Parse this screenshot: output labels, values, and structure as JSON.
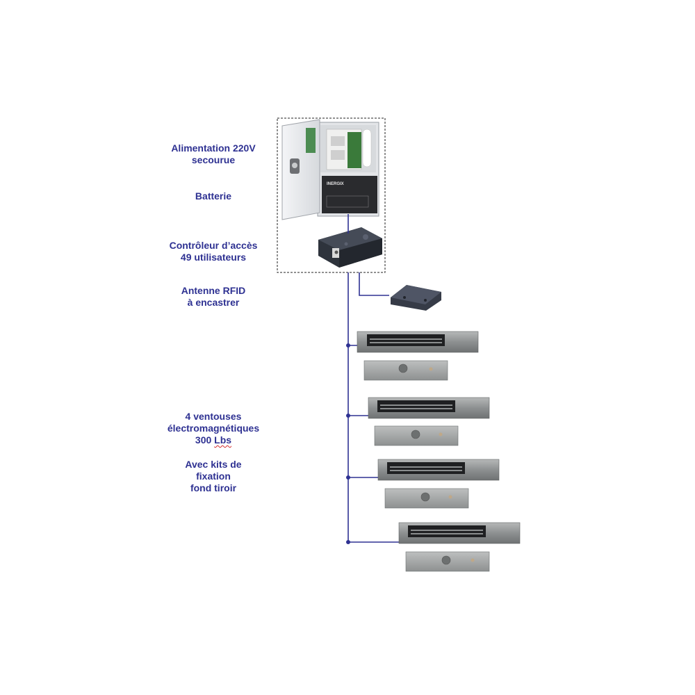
{
  "labels": {
    "power_supply": {
      "line1": "Alimentation 220V",
      "line2": "secourue"
    },
    "battery": {
      "line1": "Batterie"
    },
    "controller": {
      "line1": "Contrôleur d’accès",
      "line2": "49 utilisateurs"
    },
    "antenna": {
      "line1": "Antenne RFID",
      "line2": "à encastrer"
    },
    "suction_cups": {
      "line1": "4 ventouses",
      "line2": "électromagnétiques",
      "line3_num": "300",
      "line3_unit": "Lbs"
    },
    "kits": {
      "line1": "Avec kits de",
      "line2": "fixation",
      "line3": "fond tiroir"
    }
  },
  "battery_brand": "INERGIX",
  "colors": {
    "label_text": "#2e3192",
    "wire": "#2e3192",
    "enclosure": "#e9ebee",
    "battery": "#2a2b2e",
    "controller": "#353a44",
    "magnet_metal": "#8d9091",
    "armature_metal": "#a3a5a5"
  }
}
